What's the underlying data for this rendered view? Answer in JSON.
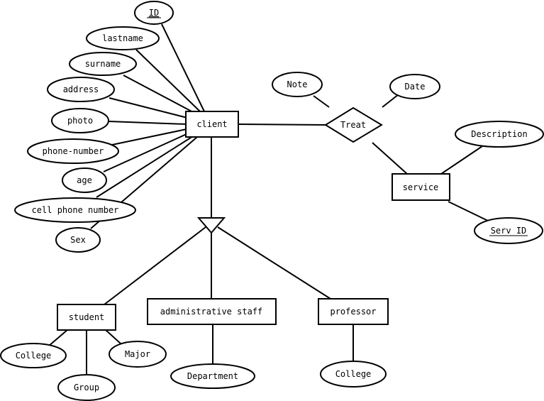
{
  "entities": {
    "client": "client",
    "service": "service",
    "student": "student",
    "admin_staff": "administrative staff",
    "professor": "professor"
  },
  "relationships": {
    "treat": "Treat"
  },
  "attributes": {
    "client": {
      "id": "ID",
      "lastname": "lastname",
      "surname": "surname",
      "address": "address",
      "photo": "photo",
      "phone_number": "phone-number",
      "age": "age",
      "cell_phone_number": "cell phone number",
      "sex": "Sex"
    },
    "treat": {
      "note": "Note",
      "date": "Date"
    },
    "service": {
      "description": "Description",
      "serv_id": "Serv_ID"
    },
    "student": {
      "college": "College",
      "major": "Major",
      "group": "Group"
    },
    "admin_staff": {
      "department": "Department"
    },
    "professor": {
      "college": "College"
    }
  }
}
